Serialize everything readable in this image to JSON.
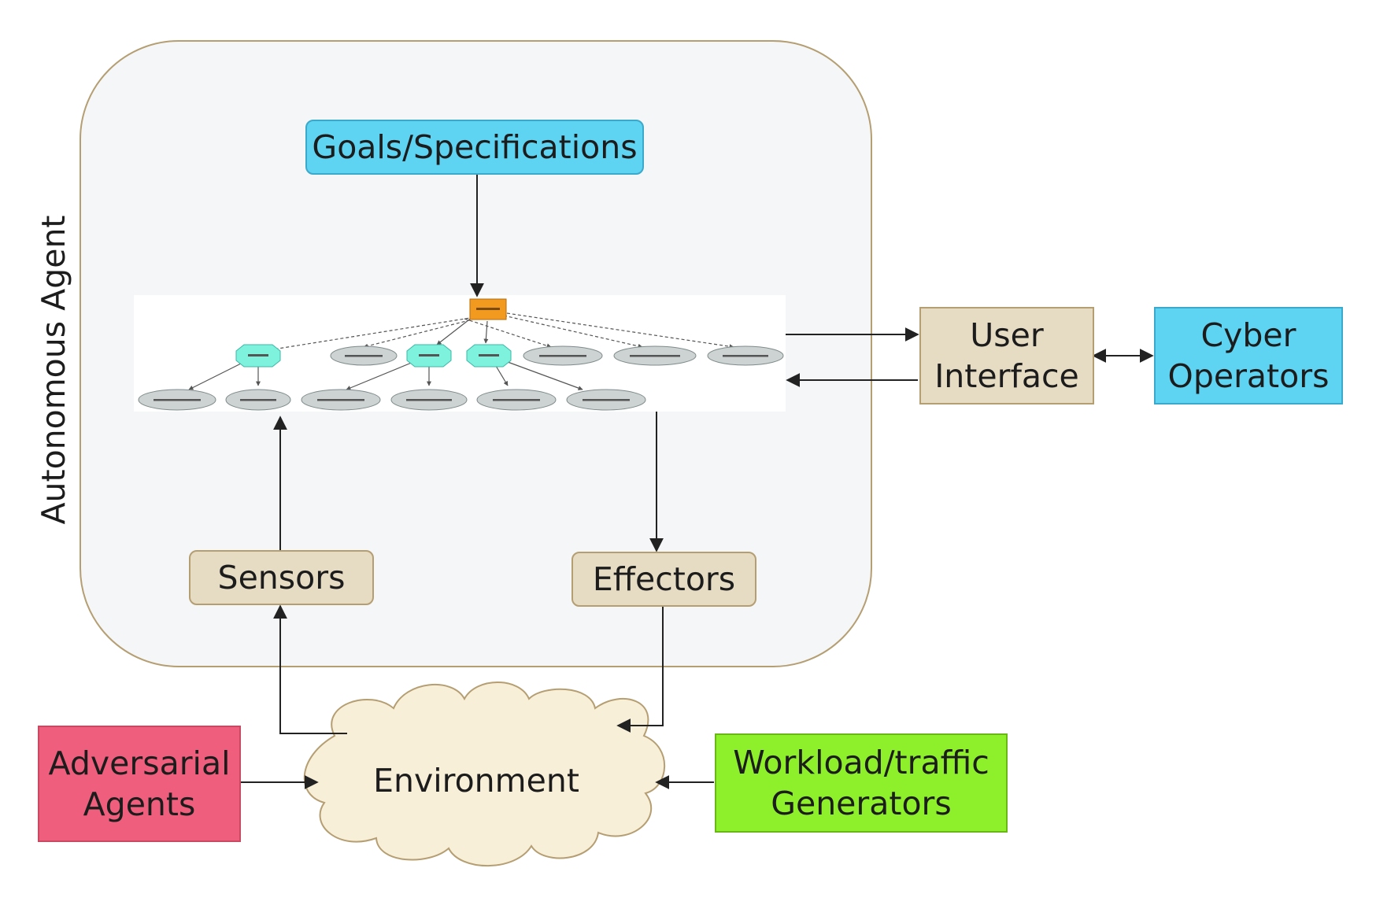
{
  "diagram": {
    "agent_label": "Autonomous Agent",
    "goals_label": "Goals/Specifications",
    "sensors_label": "Sensors",
    "effectors_label": "Effectors",
    "user_interface_label_line1": "User",
    "user_interface_label_line2": "Interface",
    "cyber_operators_label_line1": "Cyber",
    "cyber_operators_label_line2": "Operators",
    "environment_label": "Environment",
    "adversarial_label_line1": "Adversarial",
    "adversarial_label_line2": "Agents",
    "workload_label_line1": "Workload/traffic",
    "workload_label_line2": "Generators"
  },
  "colors": {
    "agent_fill": "#f4f6f7",
    "agent_border": "#b59e72",
    "tan_box": "#e6dbc3",
    "cyan_box": "#5ed3f2",
    "adversarial": "#ef5f7d",
    "workload": "#8ef02a",
    "cloud_fill": "#f8efd9",
    "cloud_border": "#b59e72",
    "tree_root": "#f29a1f",
    "tree_octagon": "#7ff2de",
    "tree_ellipse": "#cdd3d3"
  }
}
